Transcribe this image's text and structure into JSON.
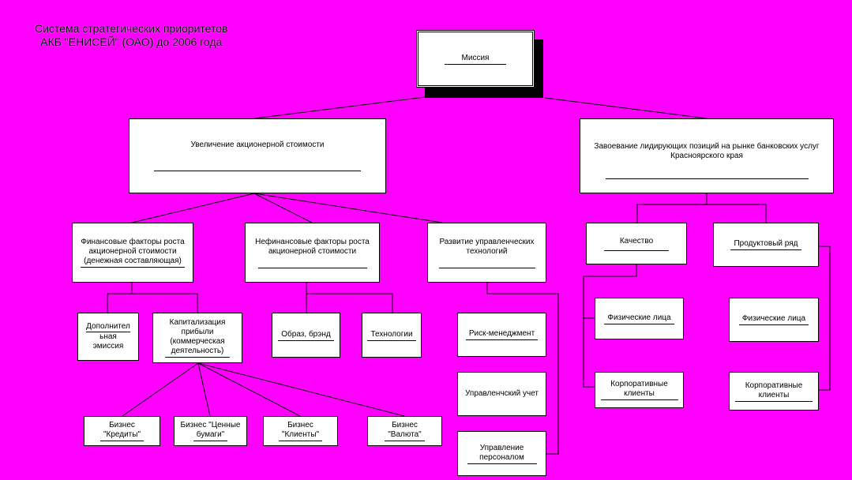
{
  "title": {
    "line1": "Система стратегических приоритетов",
    "line2": "АКБ \"ЕНИСЕЙ\" (ОАО)  до 2006 года"
  },
  "mission": "Миссия",
  "goal1": "Увеличение акционерной стоимости",
  "goal2": "Завоевание лидирующих позиций на рынке банковских услуг Красноярского края",
  "fin": {
    "l1": "Финансовые факторы роста",
    "l2": "акционерной стоимости",
    "l3": "(денежная составляющая)"
  },
  "nonfin": "Нефинансовые факторы роста акционерной стоимости",
  "razv": "Развитие управленческих технологий",
  "quality": "Качество",
  "product": "Продуктовый ряд",
  "dop": {
    "l1": "Дополнител",
    "l2": "ьная",
    "l3": "эмиссия"
  },
  "kap": {
    "l1": "Капитализация прибыли (коммерческая",
    "l2": "деятельность)"
  },
  "brand": "Образ, брэнд",
  "tech": "Технологии",
  "risk": "Риск-менеджмент",
  "uchet": "Управленчский учет",
  "personal": "Управление персоналом",
  "credits": {
    "l1": "Бизнес",
    "l2": "\"Кредиты\""
  },
  "securities": {
    "l1": "Бизнес \"Ценные",
    "l2": "бумаги\""
  },
  "clients": {
    "l1": "Бизнес",
    "l2": "\"Клиенты\""
  },
  "currency": {
    "l1": "Бизнес",
    "l2": "\"Валюта\""
  },
  "fiz1": "Физические лица",
  "korp1": "Корпоративные клиенты",
  "fiz2": "Физические лица",
  "korp2": "Корпоративные клиенты"
}
